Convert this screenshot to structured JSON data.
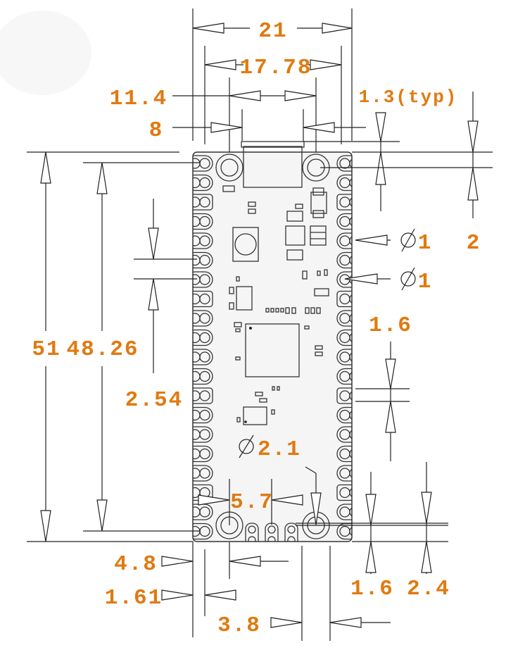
{
  "title": "Board mechanical dimensions",
  "units": "mm",
  "colors": {
    "dimension_text": "#e07a10",
    "board_fill": "#f5f5f5",
    "line": "#222222"
  },
  "dimensions": {
    "board_width": "21",
    "hole_spacing_x_pins": "17.78",
    "mount_hole_spacing": "11.4",
    "usb_width": "8",
    "usb_overhang": "1.3(typ)",
    "hole_offset_top": "2",
    "pin_hole_dia_1": "1",
    "pin_hole_dia_2": "1",
    "pad_gap": "1.6",
    "board_length": "51",
    "pin_span": "48.26",
    "pin_pitch": "2.54",
    "mount_hole_dia": "2.1",
    "debug_spacing": "5.7",
    "hole_offset_bottom_1": "1.6",
    "hole_offset_bottom_2": "2.4",
    "hole_offset_left": "4.8",
    "pin_offset_left": "1.61",
    "debug_pad_width": "3.8"
  },
  "symbols": {
    "diameter": "diameter-symbol"
  }
}
